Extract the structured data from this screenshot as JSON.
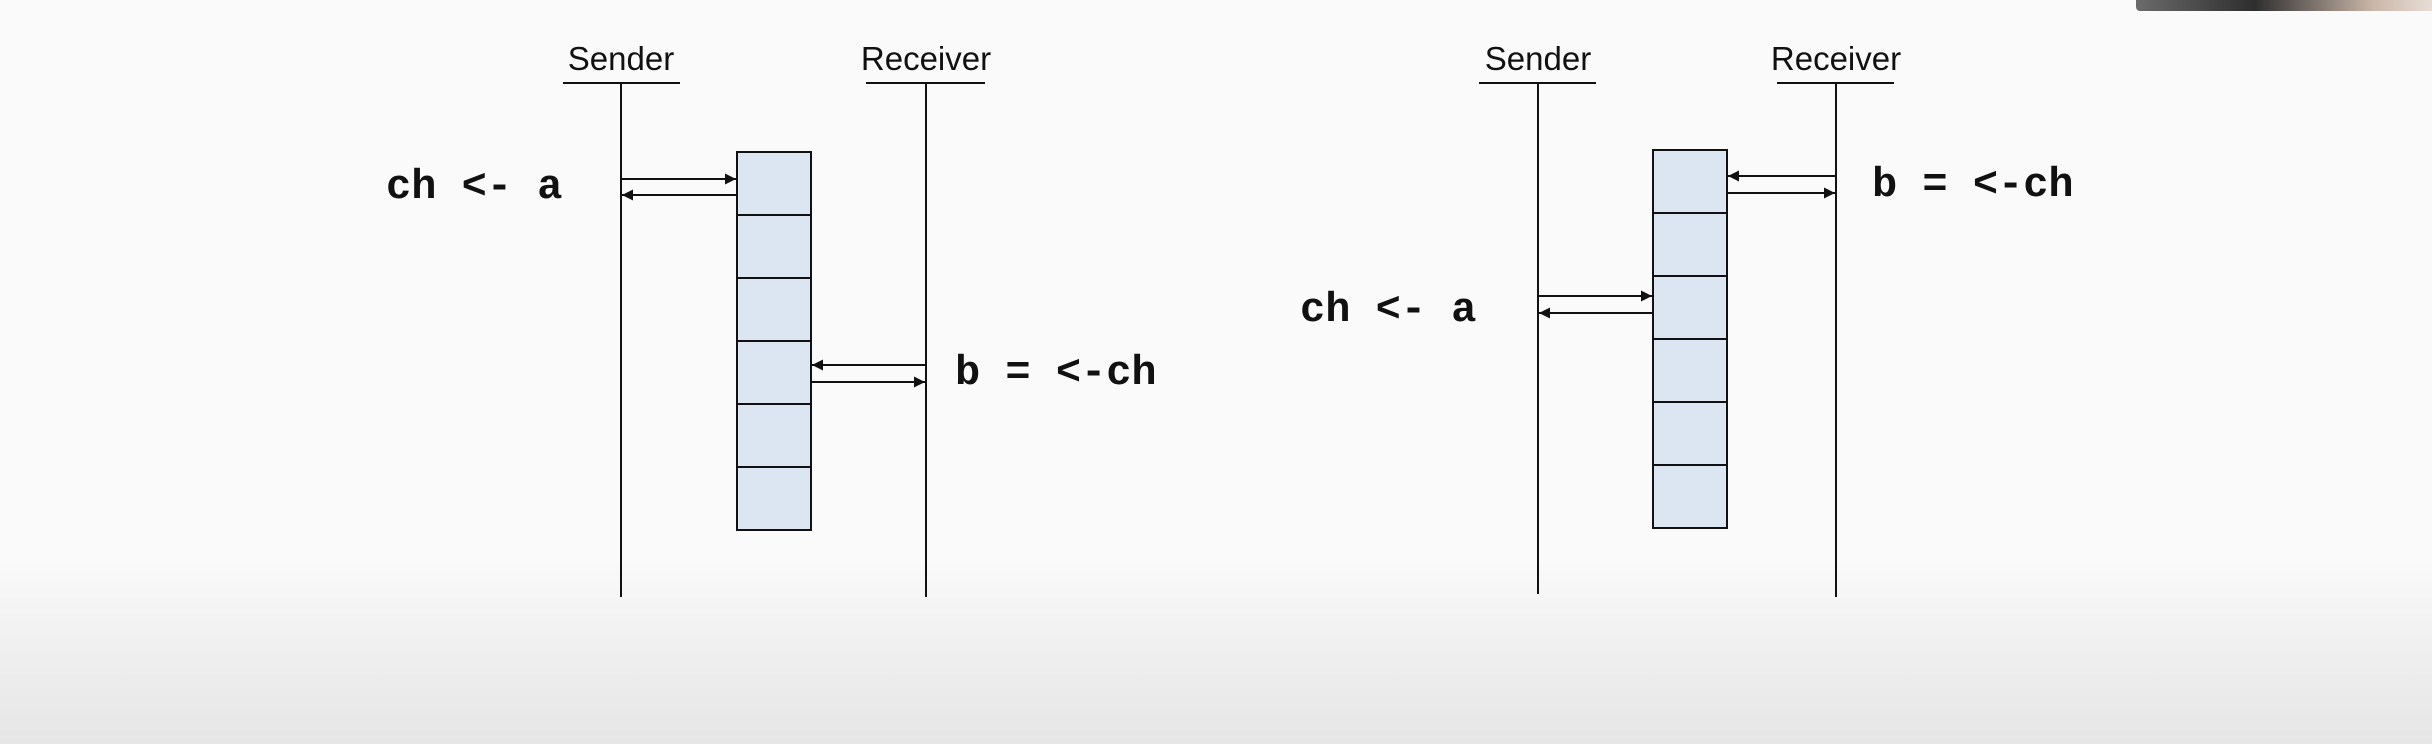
{
  "left_diagram": {
    "sender_label": "Sender",
    "receiver_label": "Receiver",
    "send_statement": "ch <- a",
    "receive_statement": "b = <-ch",
    "buffer_slots": 6
  },
  "right_diagram": {
    "sender_label": "Sender",
    "receiver_label": "Receiver",
    "send_statement": "ch <- a",
    "receive_statement": "b = <-ch",
    "buffer_slots": 6
  },
  "colors": {
    "buffer_fill": "#dce6f2",
    "line": "#111111",
    "background": "#fafafa"
  }
}
